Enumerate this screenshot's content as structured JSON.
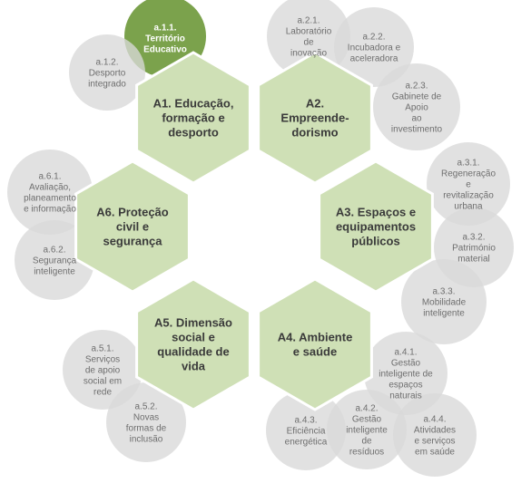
{
  "colors": {
    "hexagon_fill": "#cfe0b6",
    "hexagon_stroke": "#ffffff",
    "bubble_fill": "#d9d9d9",
    "bubble_active_fill": "#7ba24c",
    "text_dark": "#3a3a3a",
    "text_muted": "#6e6e6e"
  },
  "hexagons": [
    {
      "id": "a1",
      "lines": [
        "A1. Educação,",
        "formação e",
        "desporto"
      ]
    },
    {
      "id": "a2",
      "lines": [
        "A2.",
        "Empreende-",
        "dorismo"
      ]
    },
    {
      "id": "a3",
      "lines": [
        "A3. Espaços e",
        "equipamentos",
        "públicos"
      ]
    },
    {
      "id": "a4",
      "lines": [
        "A4. Ambiente",
        "e saúde"
      ]
    },
    {
      "id": "a5",
      "lines": [
        "A5. Dimensão",
        "social e",
        "qualidade  de",
        "vida"
      ]
    },
    {
      "id": "a6",
      "lines": [
        "A6. Proteção",
        "civil e",
        "segurança"
      ]
    }
  ],
  "subtopics": [
    {
      "id": "a11",
      "lines": [
        "a.1.1.",
        "Território",
        "Educativo"
      ],
      "active": true
    },
    {
      "id": "a12",
      "lines": [
        "a.1.2.",
        "Desporto",
        "integrado"
      ]
    },
    {
      "id": "a21",
      "lines": [
        "a.2.1.",
        "Laboratório",
        "de",
        "inovação"
      ]
    },
    {
      "id": "a22",
      "lines": [
        "a.2.2.",
        "Incubadora e",
        "aceleradora"
      ]
    },
    {
      "id": "a23",
      "lines": [
        "a.2.3.",
        "Gabinete de",
        "Apoio",
        "ao",
        "investimento"
      ]
    },
    {
      "id": "a31",
      "lines": [
        "a.3.1.",
        "Regeneração",
        "e",
        "revitalização",
        "urbana"
      ]
    },
    {
      "id": "a32",
      "lines": [
        "a.3.2.",
        "Património",
        "material"
      ]
    },
    {
      "id": "a33",
      "lines": [
        "a.3.3.",
        "Mobilidade",
        "inteligente"
      ]
    },
    {
      "id": "a41",
      "lines": [
        "a.4.1.",
        "Gestão",
        "inteligente de",
        "espaços",
        "naturais"
      ]
    },
    {
      "id": "a42",
      "lines": [
        "a.4.2.",
        "Gestão",
        "inteligente",
        "de",
        "resíduos"
      ]
    },
    {
      "id": "a43",
      "lines": [
        "a.4.3.",
        "Eficiência",
        "energética"
      ]
    },
    {
      "id": "a44",
      "lines": [
        "a.4.4.",
        "Atividades",
        "e serviços",
        "em saúde"
      ]
    },
    {
      "id": "a51",
      "lines": [
        "a.5.1.",
        "Serviços",
        "de apoio",
        "social em",
        "rede"
      ]
    },
    {
      "id": "a52",
      "lines": [
        "a.5.2.",
        "Novas",
        "formas de",
        "inclusão"
      ]
    },
    {
      "id": "a61",
      "lines": [
        "a.6.1.",
        "Avaliação,",
        "planeamento",
        "e informação"
      ]
    },
    {
      "id": "a62",
      "lines": [
        "a.6.2.",
        "Segurança",
        "inteligente"
      ]
    }
  ]
}
